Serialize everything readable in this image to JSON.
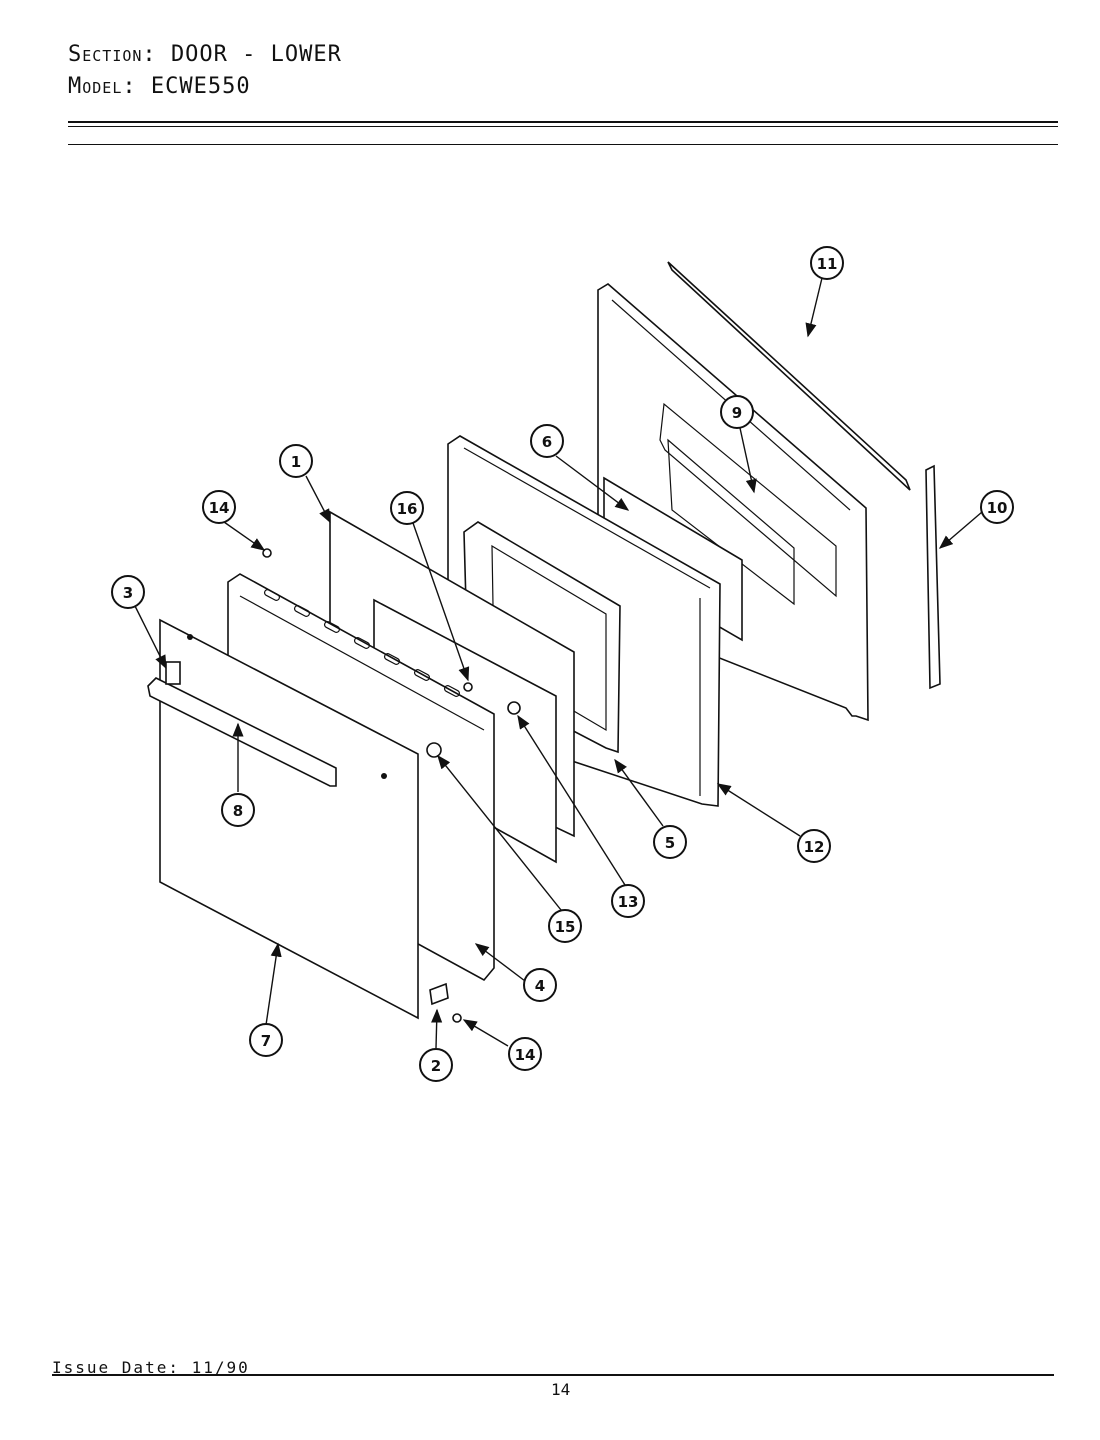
{
  "header": {
    "section_label": "Section:",
    "section_value": "DOOR - LOWER",
    "model_label": "Model:",
    "model_value": "ECWE550"
  },
  "footer": {
    "issue_date": "Issue Date: 11/90",
    "page_number": "14"
  },
  "callouts": {
    "c1": "1",
    "c2": "2",
    "c3": "3",
    "c4": "4",
    "c5": "5",
    "c6": "6",
    "c7": "7",
    "c8": "8",
    "c9": "9",
    "c10": "10",
    "c11": "11",
    "c12": "12",
    "c13": "13",
    "c14a": "14",
    "c14b": "14",
    "c15": "15",
    "c16": "16"
  }
}
